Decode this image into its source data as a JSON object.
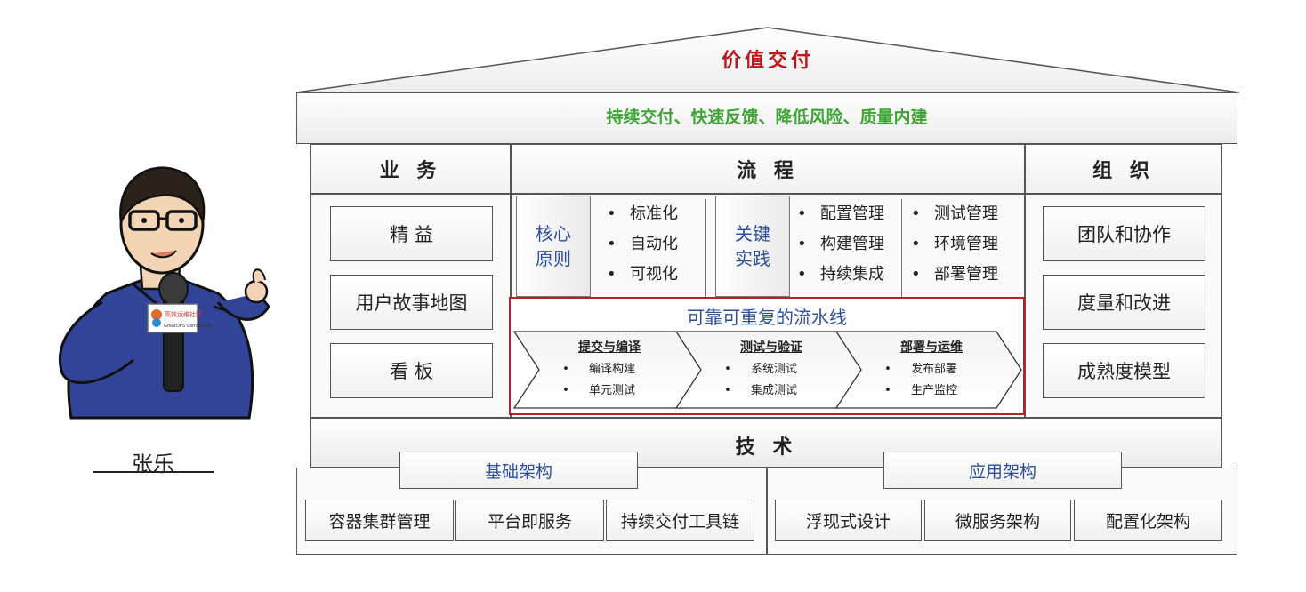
{
  "roof": {
    "title": "价值交付",
    "subtitle": "持续交付、快速反馈、降低风险、质量内建"
  },
  "business": {
    "title": "业 务",
    "items": [
      "精 益",
      "用户故事地图",
      "看 板"
    ]
  },
  "process": {
    "title": "流 程",
    "core": {
      "label": "核心\n原则",
      "items": [
        "标准化",
        "自动化",
        "可视化"
      ]
    },
    "key": {
      "label": "关键\n实践",
      "items_a": [
        "配置管理",
        "构建管理",
        "持续集成"
      ],
      "items_b": [
        "测试管理",
        "环境管理",
        "部署管理"
      ]
    },
    "pipeline": {
      "title": "可靠可重复的流水线",
      "stages": [
        {
          "title": "提交与编译",
          "items": [
            "编译构建",
            "单元测试"
          ]
        },
        {
          "title": "测试与验证",
          "items": [
            "系统测试",
            "集成测试"
          ]
        },
        {
          "title": "部署与运维",
          "items": [
            "发布部署",
            "生产监控"
          ]
        }
      ]
    }
  },
  "organization": {
    "title": "组 织",
    "items": [
      "团队和协作",
      "度量和改进",
      "成熟度模型"
    ]
  },
  "tech": {
    "title": "技 术"
  },
  "infra": {
    "title": "基础架构",
    "items": [
      "容器集群管理",
      "平台即服务",
      "持续交付工具链"
    ]
  },
  "app": {
    "title": "应用架构",
    "items": [
      "浮现式设计",
      "微服务架构",
      "配置化架构"
    ]
  },
  "person": {
    "name": "张乐",
    "badge_text": "高效运维社区",
    "badge_sub": "GreatOPS Community"
  },
  "colors": {
    "title_red": "#c0171d",
    "subtitle_green": "#3ea536",
    "text_blue": "#2c4f9e",
    "pipeline_border": "#b5202a"
  }
}
